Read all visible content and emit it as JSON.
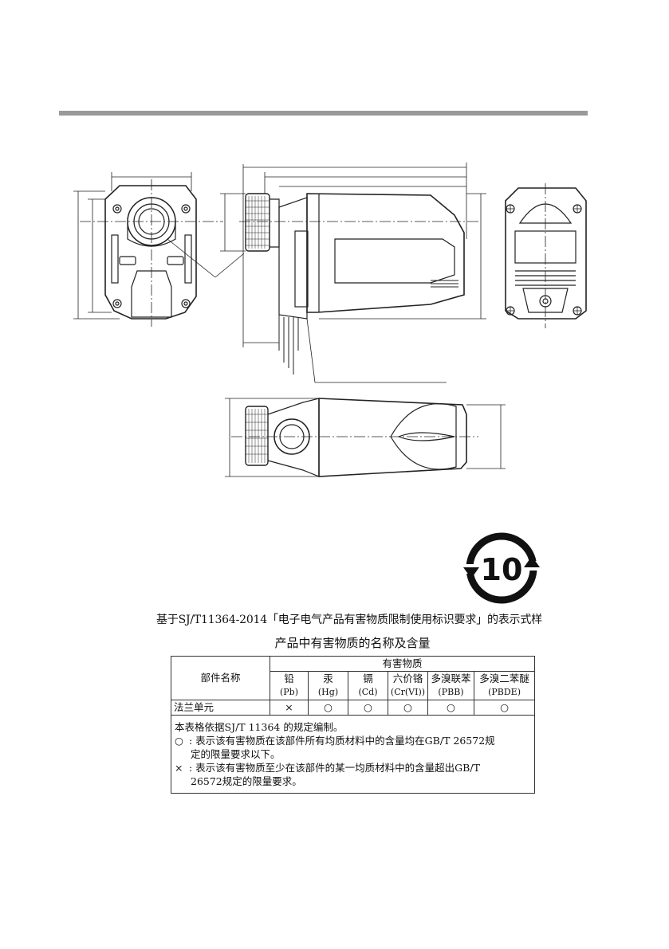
{
  "heading": "基于SJ/T11364-2014「电子电气产品有害物质限制使用标识要求」的表示式样",
  "subheading": "产品中有害物质的名称及含量",
  "rohs_logo": {
    "number": "10"
  },
  "table": {
    "part_name_header": "部件名称",
    "hazard_header": "有害物质",
    "substances": [
      {
        "name": "铅",
        "symbol": "(Pb)"
      },
      {
        "name": "汞",
        "symbol": "(Hg)"
      },
      {
        "name": "镉",
        "symbol": "(Cd)"
      },
      {
        "name": "六价铬",
        "symbol": "(Cr(VI))"
      },
      {
        "name": "多溴联苯",
        "symbol": "(PBB)"
      },
      {
        "name": "多溴二苯醚",
        "symbol": "(PBDE)"
      }
    ],
    "rows": [
      {
        "part": "法兰单元",
        "values": [
          "×",
          "○",
          "○",
          "○",
          "○",
          "○"
        ]
      }
    ],
    "notes": {
      "line1": "本表格依据SJ/T 11364 的规定编制。",
      "circle_mark": "○",
      "circle_text_1": ": 表示该有害物质在该部件所有均质材料中的含量均在GB/T 26572规",
      "circle_text_2": "定的限量要求以下。",
      "cross_mark": "×",
      "cross_text_1": ": 表示该有害物质至少在该部件的某一均质材料中的含量超出GB/T",
      "cross_text_2": "26572规定的限量要求。"
    }
  }
}
